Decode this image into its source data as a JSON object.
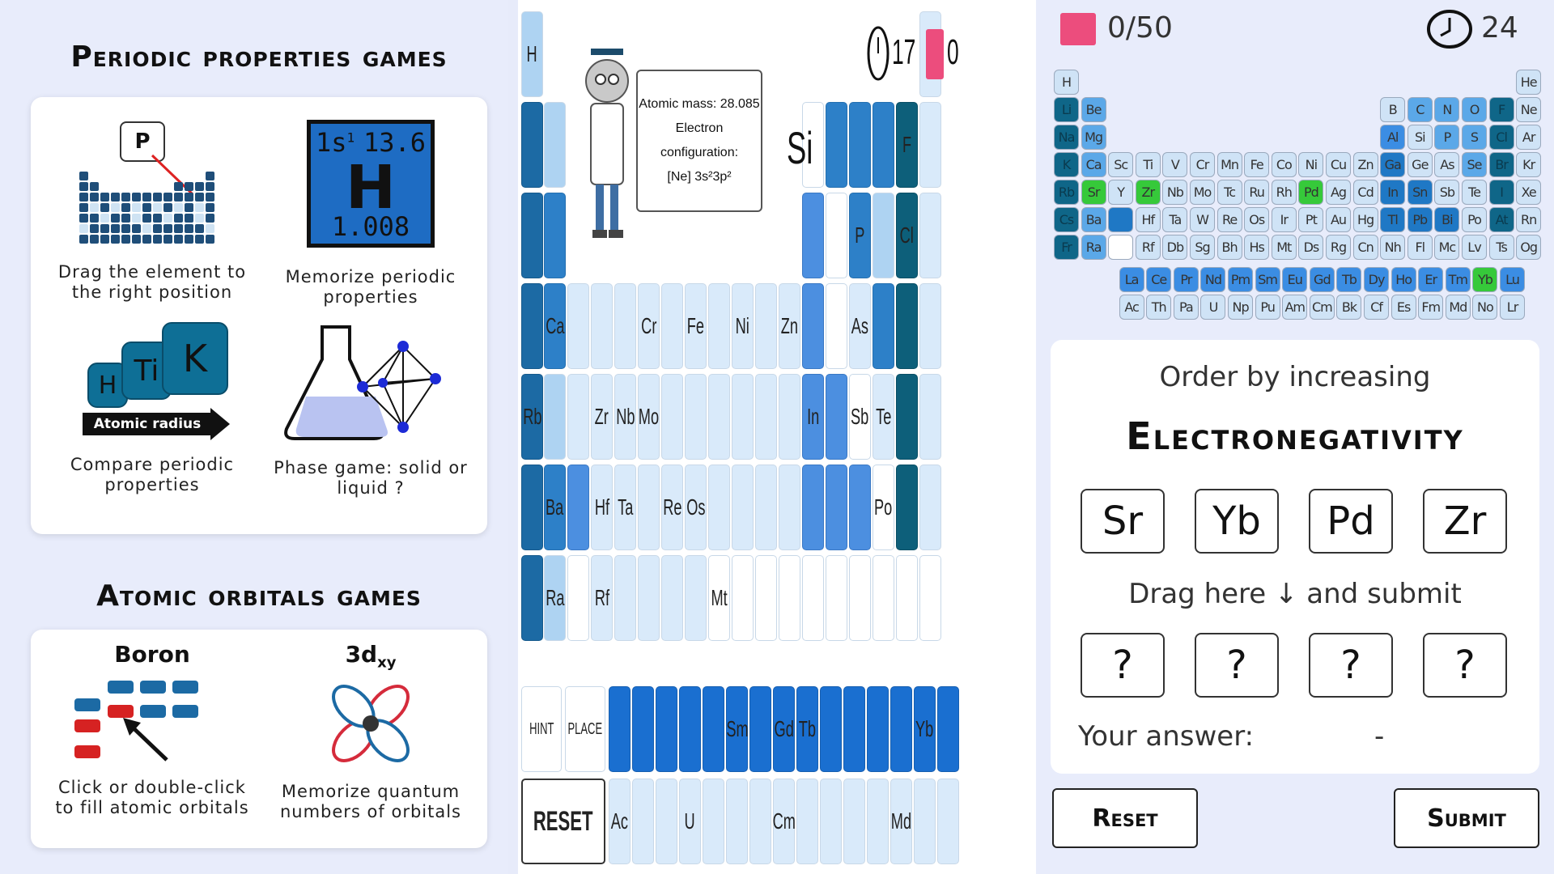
{
  "left": {
    "periodic_title": "Periodic properties games",
    "orbital_title": "Atomic orbitals games",
    "games": [
      {
        "caption": "Drag the element to the right position",
        "badge": "P"
      },
      {
        "caption": "Memorize periodic properties",
        "card_config": "1s",
        "card_sup": "1",
        "card_energy": "13.6",
        "card_symbol": "H",
        "card_mass": "1.008"
      },
      {
        "caption": "Compare periodic properties",
        "chips": [
          "H",
          "Ti",
          "K"
        ],
        "arrow_label": "Atomic radius"
      },
      {
        "caption": "Phase game: solid or liquid ?"
      }
    ],
    "orbital_games": [
      {
        "title": "Boron",
        "caption": "Click or double-click to fill atomic orbitals"
      },
      {
        "title": "3d",
        "title_sub": "xy",
        "caption": "Memorize quantum numbers of orbitals"
      }
    ]
  },
  "middle": {
    "timer": "17",
    "errors": "0",
    "info_mass": "Atomic mass: 28.085",
    "info_config_label": "Electron configuration:",
    "info_config": "[Ne] 3s²3p²",
    "current_symbol": "Si",
    "hint_label": "HINT",
    "place_label": "PLACE",
    "reset_label": "RESET"
  },
  "right": {
    "score": "0/50",
    "timer": "24",
    "prompt": "Order by increasing",
    "property": "Electronegativity",
    "choices": [
      "Sr",
      "Yb",
      "Pd",
      "Zr"
    ],
    "drag_hint": "Drag here ↓ and submit",
    "slots": [
      "?",
      "?",
      "?",
      "?"
    ],
    "answer_label": "Your answer:",
    "answer_value": "-",
    "reset_label": "Reset",
    "submit_label": "Submit"
  },
  "colors": {
    "accent_blue": "#1e6cc3",
    "teal": "#0d5f7a",
    "pink_score": "#ec4d7d",
    "highlight_green": "#36c93a",
    "background": "#e8ecfb"
  }
}
